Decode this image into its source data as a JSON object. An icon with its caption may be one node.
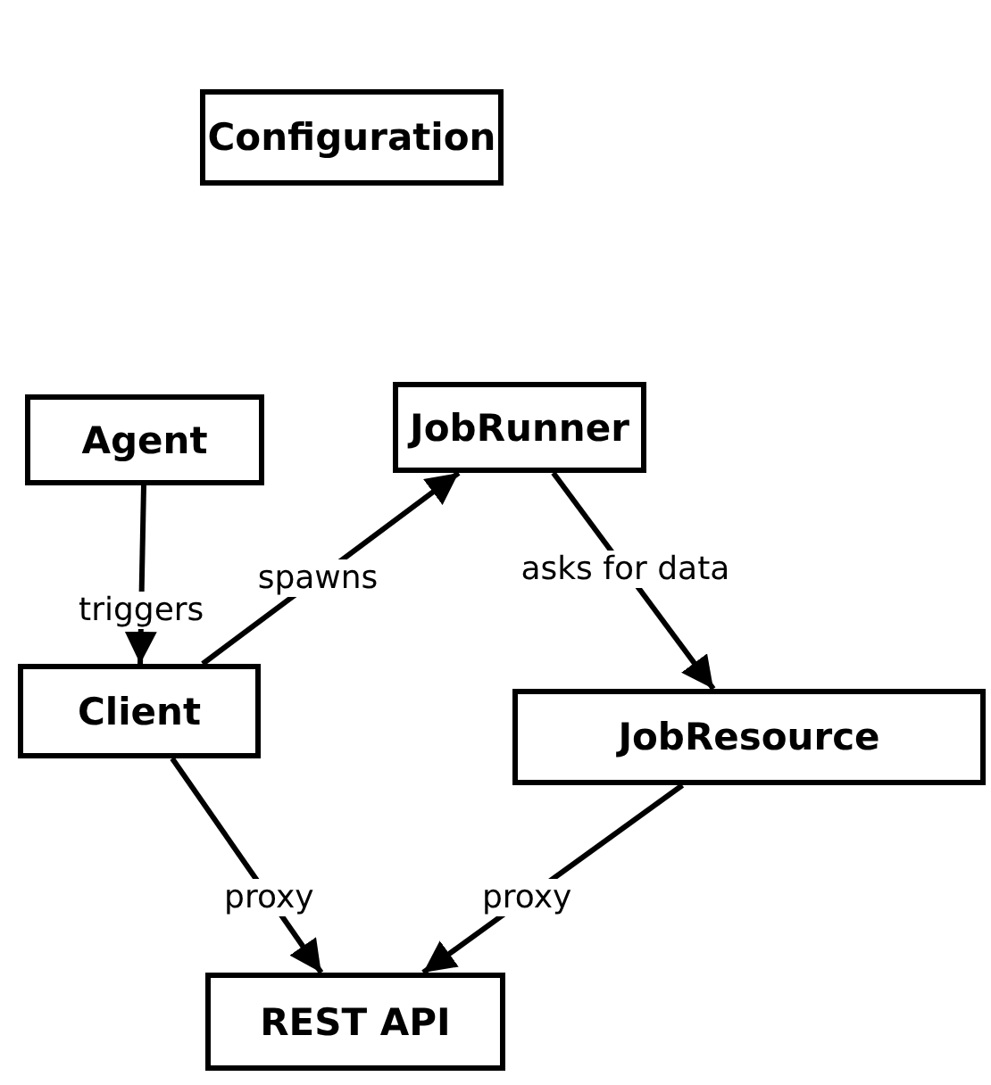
{
  "diagram": {
    "nodes": [
      {
        "text": [
          "Configuration"
        ]
      },
      {
        "text": [
          "Agent"
        ]
      },
      {
        "text": [
          "JobRunner"
        ]
      },
      {
        "text": [
          "Client"
        ]
      },
      {
        "text": [
          "JobResource"
        ]
      },
      {
        "text": [
          "REST API"
        ]
      }
    ],
    "edges": [
      {
        "from": 1,
        "to": 3,
        "arrow": "to",
        "label": "triggers"
      },
      {
        "from": 3,
        "to": 2,
        "arrow": "to",
        "label": "spawns"
      },
      {
        "from": 2,
        "to": 4,
        "arrow": "to",
        "label": "asks for data"
      },
      {
        "from": 3,
        "to": 5,
        "arrow": "to",
        "label": "proxy"
      },
      {
        "from": 4,
        "to": 5,
        "arrow": "to",
        "label": "proxy"
      }
    ]
  }
}
